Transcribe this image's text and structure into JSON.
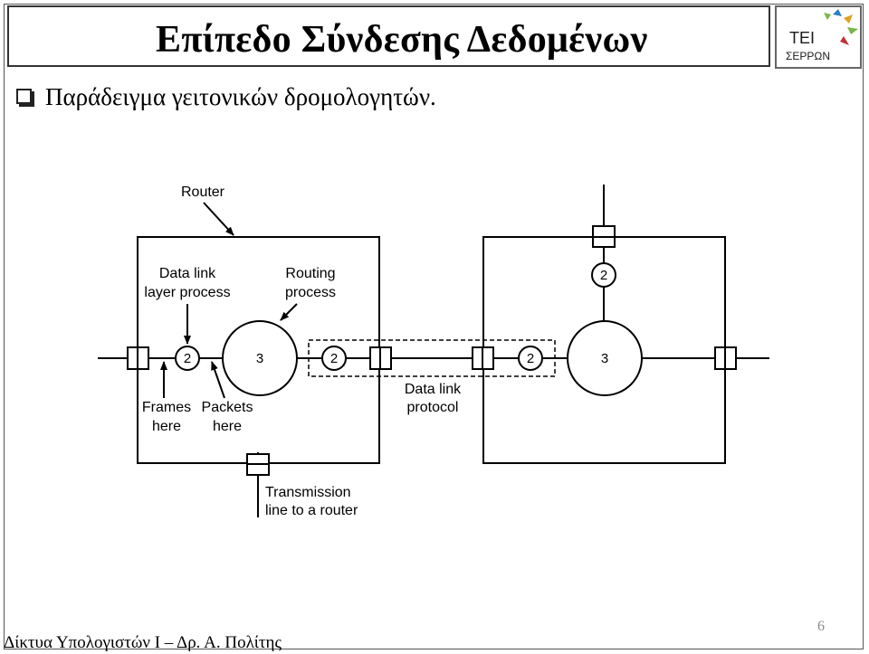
{
  "slide": {
    "title": "Επίπεδο Σύνδεσης Δεδομένων",
    "bullet": "Παράδειγμα γειτονικών δρομολογητών.",
    "footer": "Δίκτυα Υπολογιστών Ι – Δρ. Α. Πολίτης",
    "page_number": "6"
  },
  "logo": {
    "line1": "TEI",
    "line2": "ΣΕΡΡΩΝ"
  },
  "diagram": {
    "router_label": "Router",
    "dll_process_line1": "Data link",
    "dll_process_line2": "layer process",
    "routing_process_line1": "Routing",
    "routing_process_line2": "process",
    "frames_line1": "Frames",
    "frames_line2": "here",
    "packets_line1": "Packets",
    "packets_line2": "here",
    "dl_protocol_line1": "Data link",
    "dl_protocol_line2": "protocol",
    "transmission_line1": "Transmission",
    "transmission_line2": "line to a router",
    "layer2": "2",
    "layer3": "3"
  },
  "colors": {
    "ink": "#000000",
    "logo_text": "#1a1a1a",
    "logo_accent": "#2a7fc0"
  }
}
